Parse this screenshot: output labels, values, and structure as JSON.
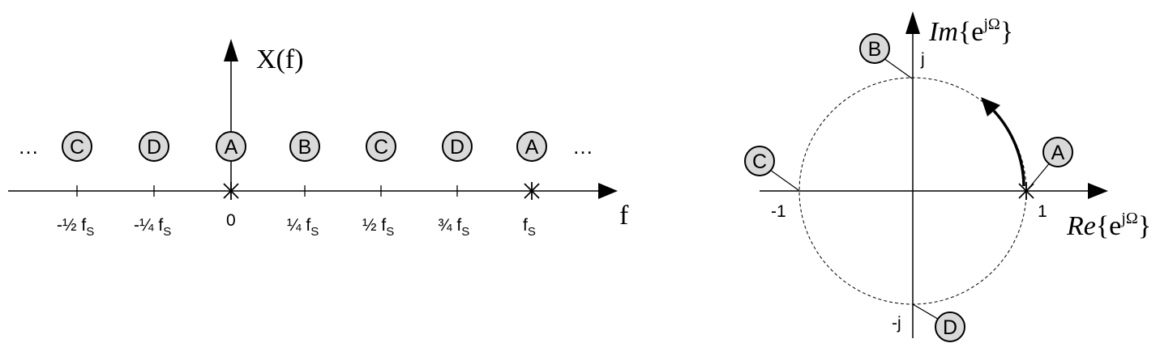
{
  "spectrum": {
    "ylabel": "X(f)",
    "xlabel": "f",
    "left_ellipsis": "…",
    "right_ellipsis": "…",
    "markers": [
      "C",
      "D",
      "A",
      "B",
      "C",
      "D",
      "A"
    ],
    "ticks": [
      "-½ f",
      "-¼ f",
      "0",
      "¼ f",
      "½ f",
      "¾ f",
      "f"
    ],
    "tick_subscripts": [
      "S",
      "S",
      "",
      "S",
      "S",
      "S",
      "S"
    ],
    "zeros_at_ticks": [
      "0",
      "f"
    ]
  },
  "unit_circle": {
    "im_label": "Im",
    "im_expr": "{e",
    "im_sup": "jΩ",
    "im_close": "}",
    "re_label": "Re",
    "re_expr": "{e",
    "re_sup": "jΩ",
    "re_close": "}",
    "pos_real": "1",
    "neg_real": "-1",
    "pos_imag": "j",
    "neg_imag": "-j",
    "points": {
      "A": "A",
      "B": "B",
      "C": "C",
      "D": "D"
    }
  }
}
